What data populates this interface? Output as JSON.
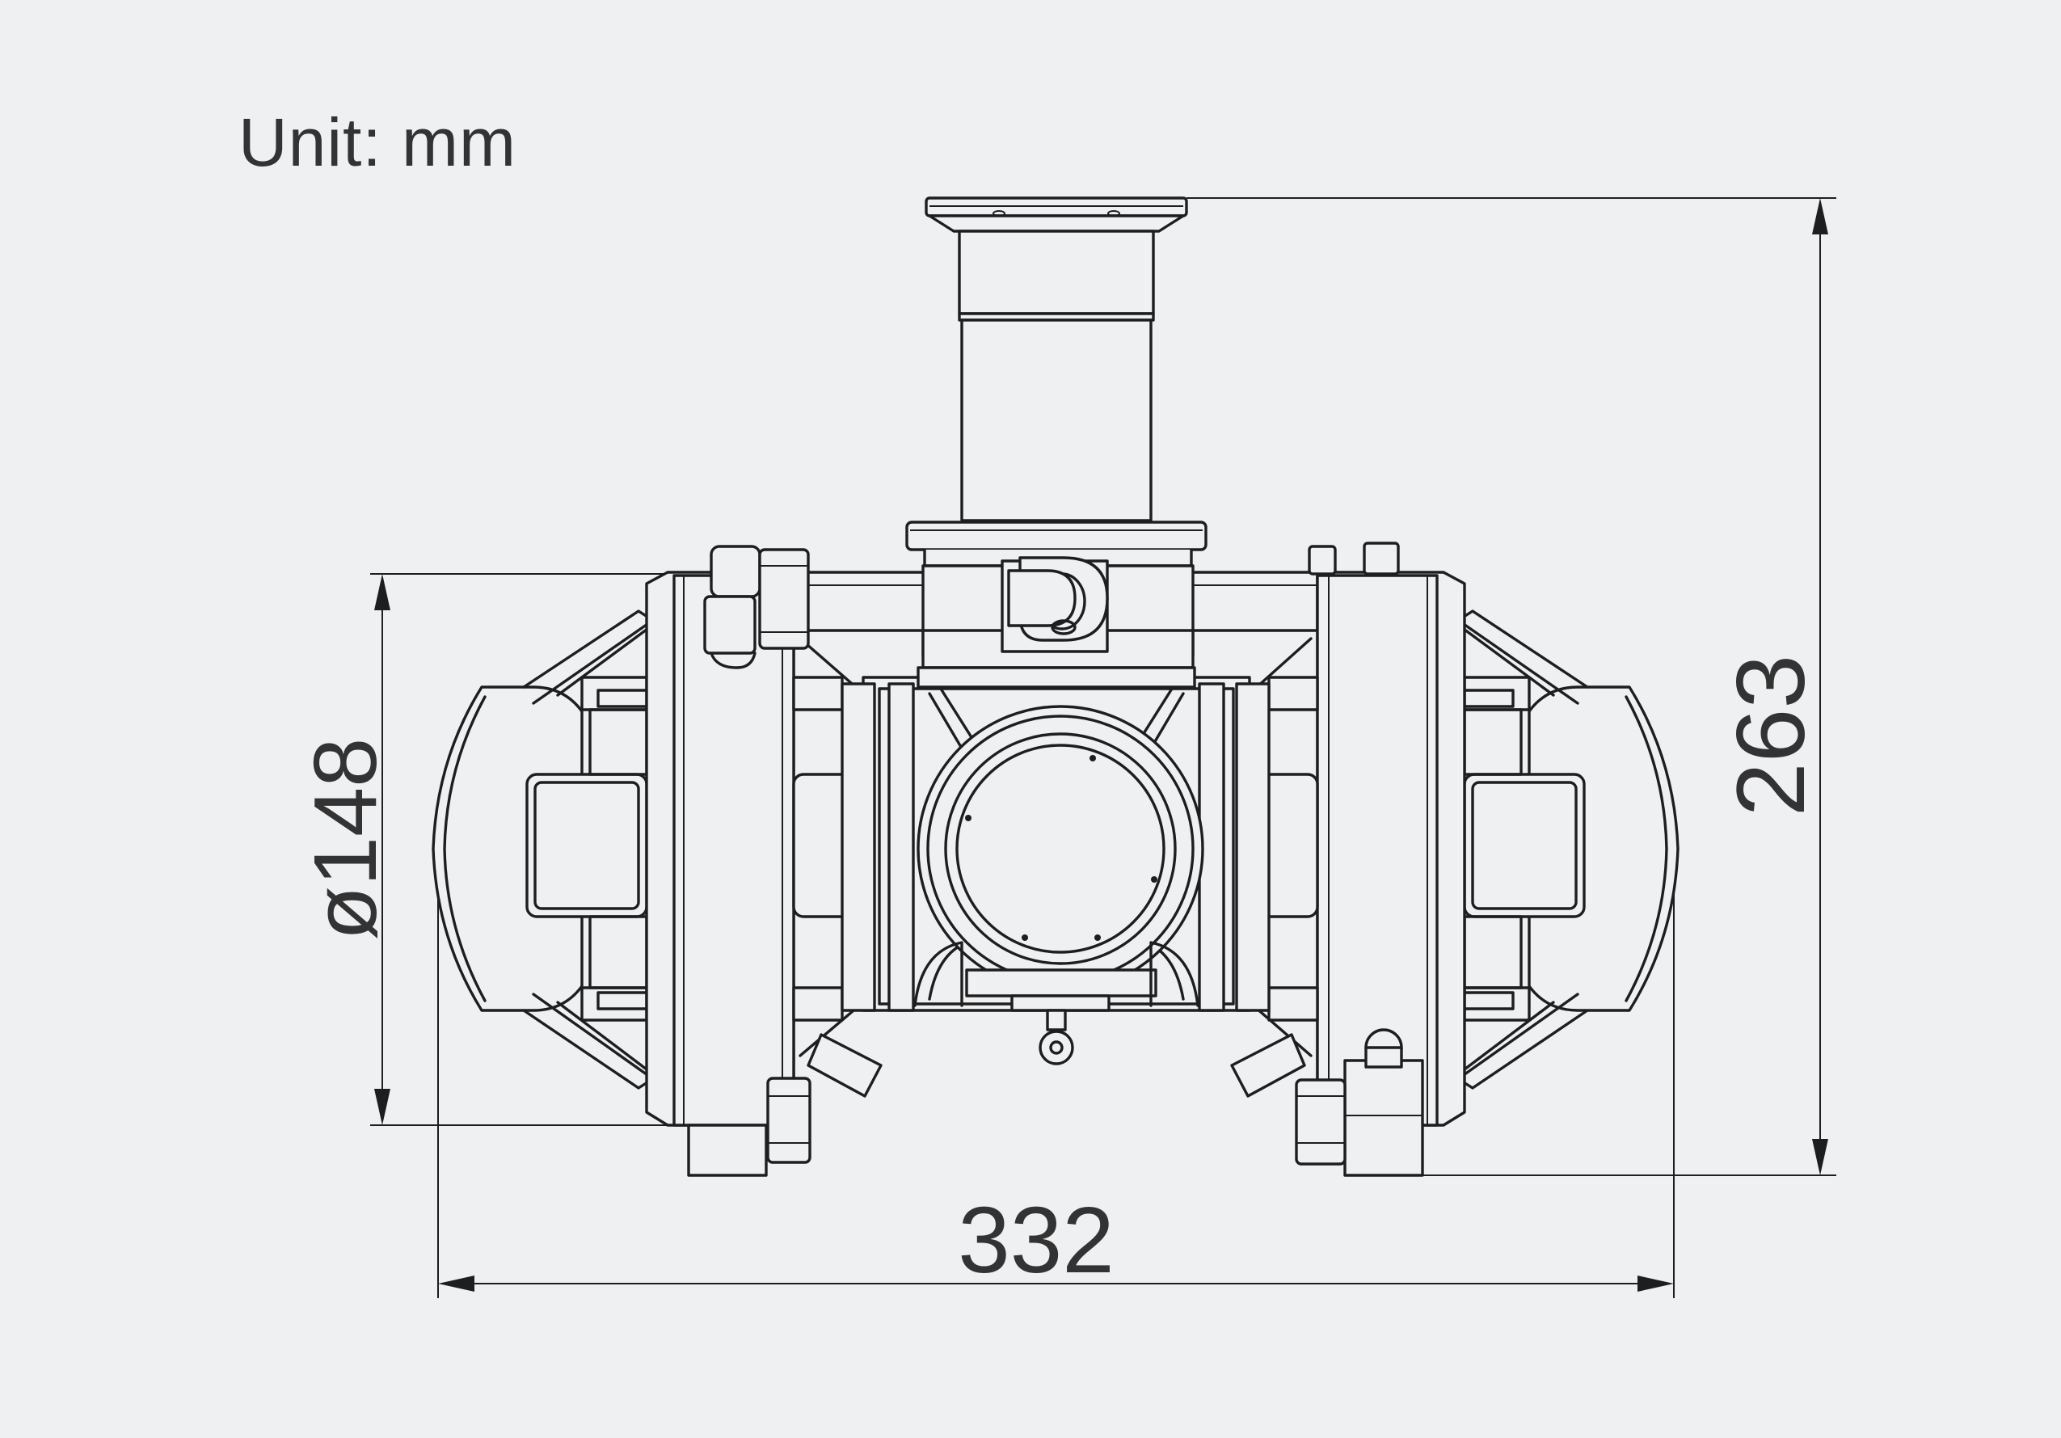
{
  "unit_label": "Unit: mm",
  "dimensions": {
    "width": "332",
    "height": "263",
    "diameter": "ø148"
  },
  "colors": {
    "background": "#eff0f2",
    "line": "#1e1e1e",
    "text": "#333333"
  }
}
